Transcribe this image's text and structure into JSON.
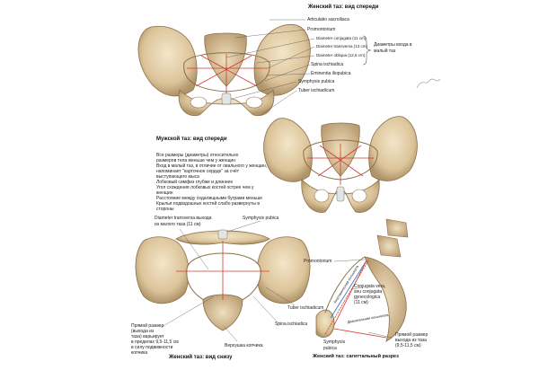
{
  "titles": {
    "female_front": "Женский таз: вид спереди",
    "male_front": "Мужской таз: вид спереди",
    "female_below": "Женский таз: вид снизу",
    "female_sagittal": "Женский таз: сагиттальный разрез"
  },
  "female_front_labels": {
    "articulatio": "Articulatio sacroiliaca",
    "promontorium": "Promontorium",
    "diam_conj": "Diameter conjugata (11 cm)",
    "diam_trans": "Diameter transversa (13 cm)",
    "diam_obl": "Diameter obliqua (12,5 cm)",
    "spina": "Spina ischiadica",
    "eminentia": "Eminentia iliopubica",
    "symphysis": "Symphysis pubica",
    "tuber": "Tuber ischiadicum",
    "brace_line1": "Диаметры входа в",
    "brace_line2": "малый таз"
  },
  "male_notes": [
    "Все размеры (диаметры) относительно",
    "размеров тела меньше чем у женщин",
    "Вход в малый таз, в отличие от овального у женщин,",
    "напоминает \"карточное сердце\" за счёт",
    "выступающего мыса",
    "Лобковый симфиз глубже и длиннее",
    "Угол схождения лобковых костей острее чем у",
    "женщин",
    "Расстояние между седалищными буграми меньше",
    "Крылья подвздошных костей слабо развернуты в",
    "стороны"
  ],
  "below_labels": {
    "diam_trans_line1": "Diameter transversa выхода",
    "diam_trans_line2": "из малого таза (11 см)",
    "symphysis": "Symphysis pubica",
    "tuber": "Tuber ischiadicum",
    "spina": "Spina ischiadica",
    "apex": "Верхушка копчика",
    "straight_lines": [
      "Прямой размер",
      "(выхода из",
      "таза) варьирует",
      "в пределах 9,5-11,5 см",
      "в силу подвижности",
      "копчика"
    ]
  },
  "sagittal_labels": {
    "promontorium": "Promontorium",
    "conj_lines": [
      "Conjugata vera,",
      "seu conjugata",
      "gynecologica",
      "(11 см)"
    ],
    "anat_conj": "Анатомическая конъюгата",
    "diag_conj": "Диагональная конъюгата",
    "symphysis_line1": "Symphysis",
    "symphysis_line2": "pubica",
    "straight_lines": [
      "Прямой размер",
      "выхода из таза",
      "(9,5-11,5 см)"
    ]
  },
  "colors": {
    "bone_light": "#ead7b3",
    "bone_mid": "#cdb186",
    "bone_dark": "#8c6f4b",
    "cartilage": "#dfe6ea",
    "measure_red": "#d23a2a",
    "leader": "#555555"
  }
}
